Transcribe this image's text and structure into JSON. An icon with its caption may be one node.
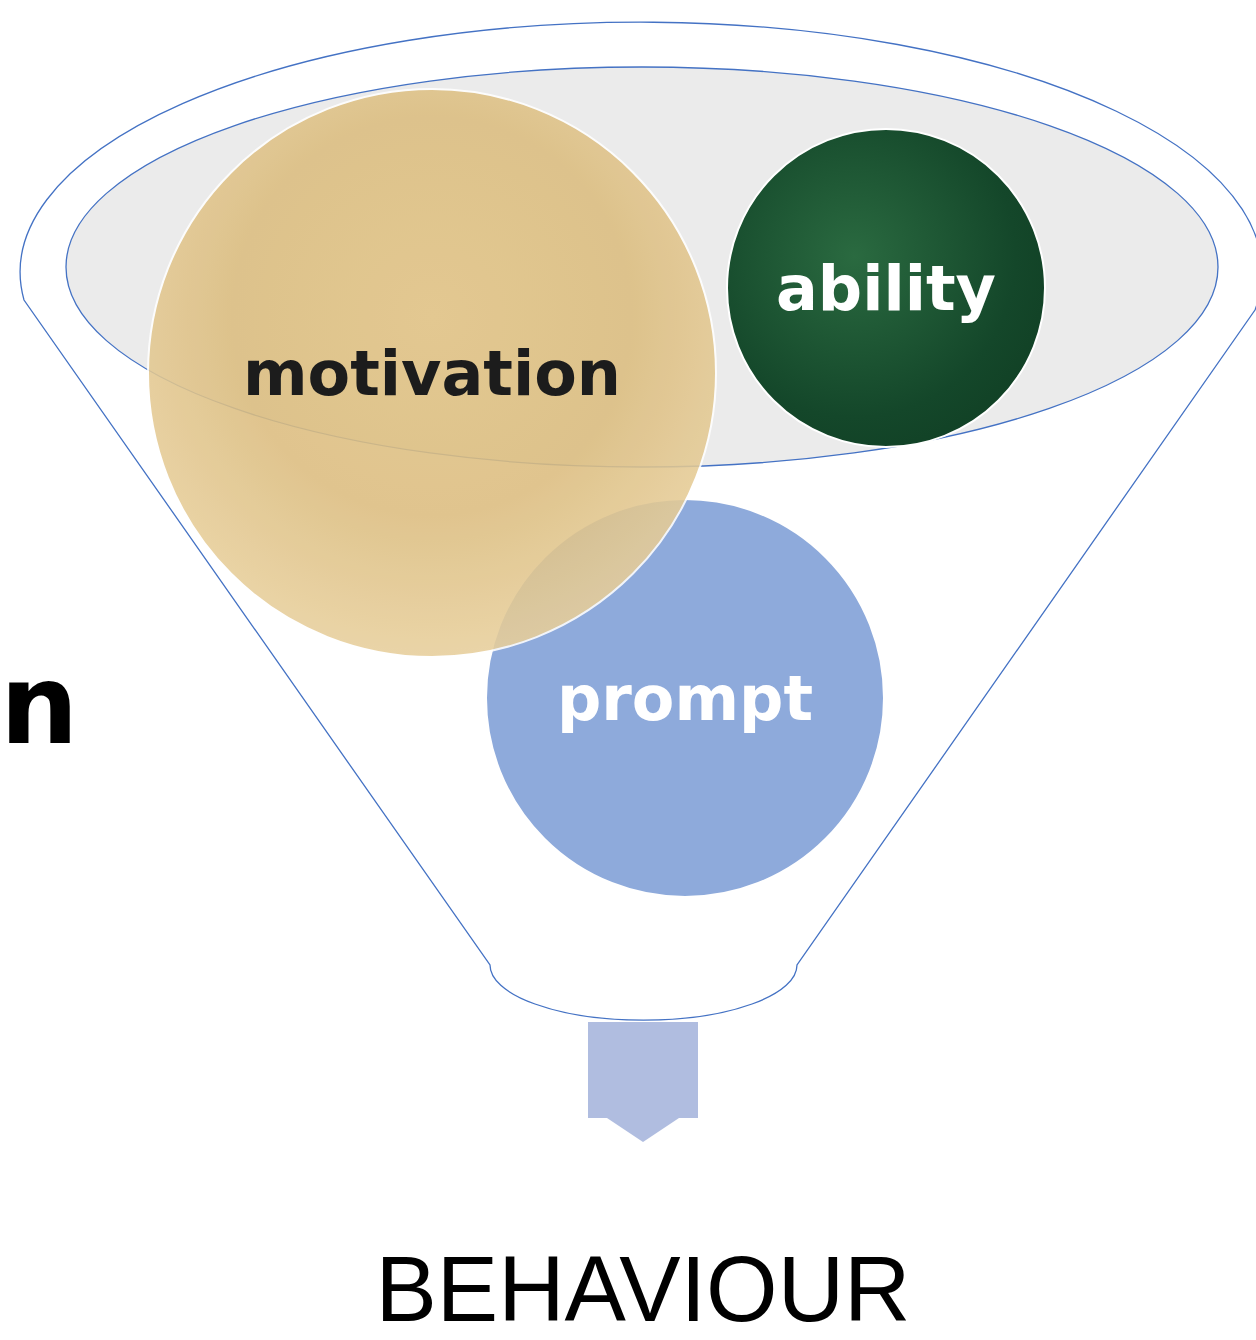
{
  "diagram": {
    "nodes": [
      {
        "text": [],
        "shape": "funnel"
      },
      {
        "text": [
          "motivation"
        ],
        "in": 0
      },
      {
        "text": [
          "ability"
        ],
        "in": 0
      },
      {
        "text": [
          "prompt"
        ],
        "in": 0
      },
      {
        "text": [
          "BEHAVIOUR"
        ]
      }
    ],
    "edges": [
      {
        "from": 0,
        "to": 4,
        "arrow": "to"
      }
    ],
    "labels": [
      "n"
    ]
  }
}
